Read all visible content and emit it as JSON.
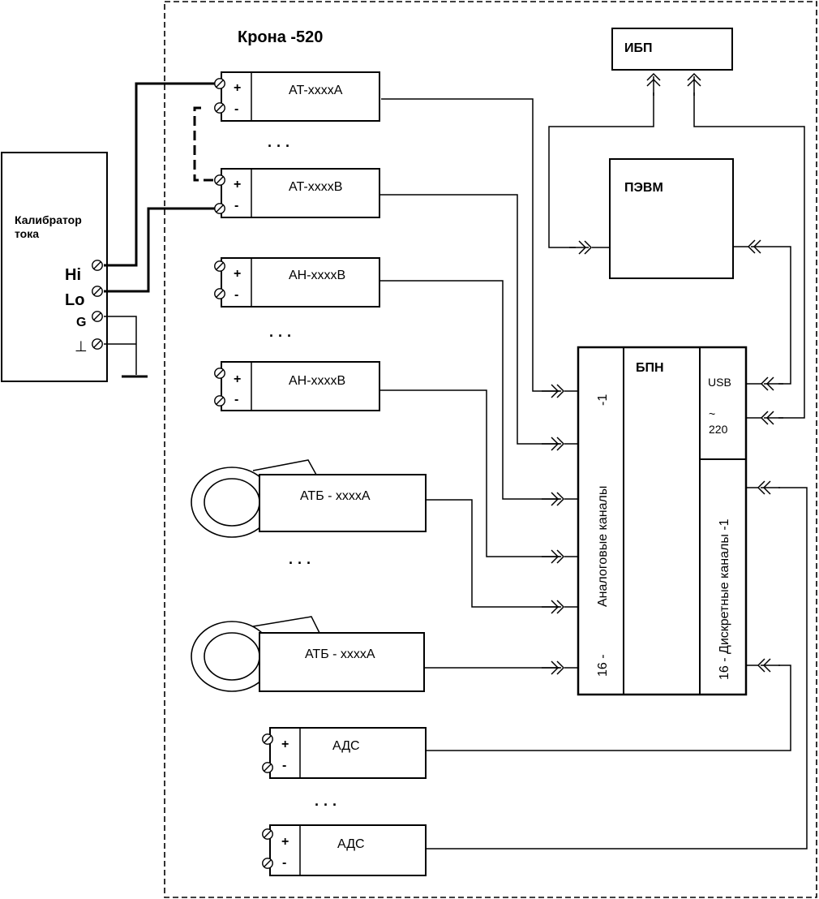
{
  "system_title": "Крона -520",
  "calibrator": {
    "title_line1": "Калибратор",
    "title_line2": "тока",
    "terminals": [
      "Hi",
      "Lo",
      "G",
      "⊥"
    ]
  },
  "sensors": {
    "at_a": "AT-xxxxA",
    "at_b": "AT-xxxxB",
    "ah_b1": "AH-xxxxB",
    "ah_b2": "AH-xxxxB",
    "atb1": "АТБ - xxxxA",
    "atb2": "АТБ - xxxxA",
    "ads1": "АДС",
    "ads2": "АДС"
  },
  "polarity": {
    "plus": "+",
    "minus": "-"
  },
  "ellipsis": "· · ·",
  "ibp": "ИБП",
  "pc": "ПЭВМ",
  "bpn": {
    "title": "БПН",
    "usb": "USB",
    "tilde": "~",
    "mains": "220",
    "analog_label": "Аналоговые каналы",
    "analog_first": "-1",
    "analog_last": "16 -",
    "discrete_label": "16 - Дискретные каналы -1"
  }
}
